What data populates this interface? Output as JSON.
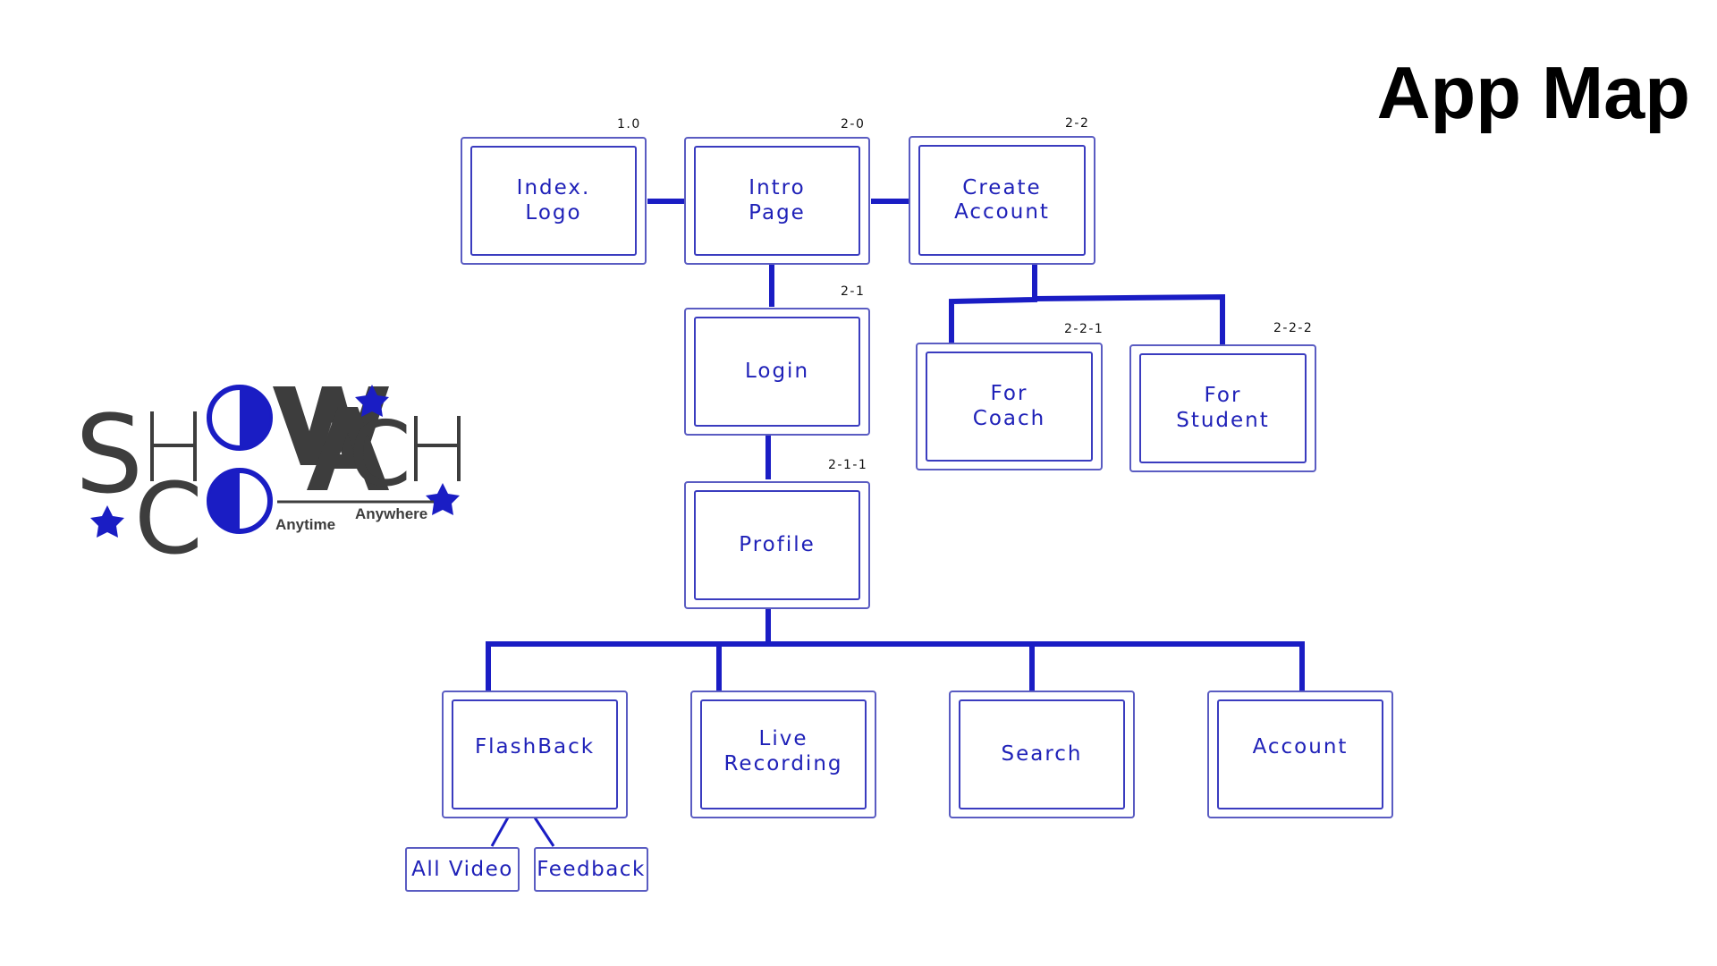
{
  "title": "App Map",
  "colors": {
    "line": "#1a1dc4",
    "text": "#1f21b8",
    "logo_dark": "#3d3d3d",
    "logo_blue": "#1a1dc4"
  },
  "logo": {
    "letters_top": [
      "S",
      "H",
      "O",
      "W"
    ],
    "letters_bottom": [
      "C",
      "O",
      "A",
      "C",
      "H"
    ],
    "tagline_left": "Anytime",
    "tagline_right": "Anywhere"
  },
  "nodes": {
    "index": {
      "label": "Index.\nLogo",
      "code": "1.0"
    },
    "intro": {
      "label": "Intro\nPage",
      "code": "2-0"
    },
    "create": {
      "label": "Create\nAccount",
      "code": "2-2"
    },
    "login": {
      "label": "Login",
      "code": "2-1"
    },
    "for_coach": {
      "label": "For\nCoach",
      "code": "2-2-1"
    },
    "for_student": {
      "label": "For\nStudent",
      "code": "2-2-2"
    },
    "profile": {
      "label": "Profile",
      "code": "2-1-1"
    },
    "flashback": {
      "label": "FlashBack"
    },
    "live": {
      "label": "Live\nRecording"
    },
    "search": {
      "label": "Search"
    },
    "account": {
      "label": "Account"
    },
    "all_video": {
      "label": "All Video"
    },
    "feedback": {
      "label": "Feedback"
    }
  }
}
